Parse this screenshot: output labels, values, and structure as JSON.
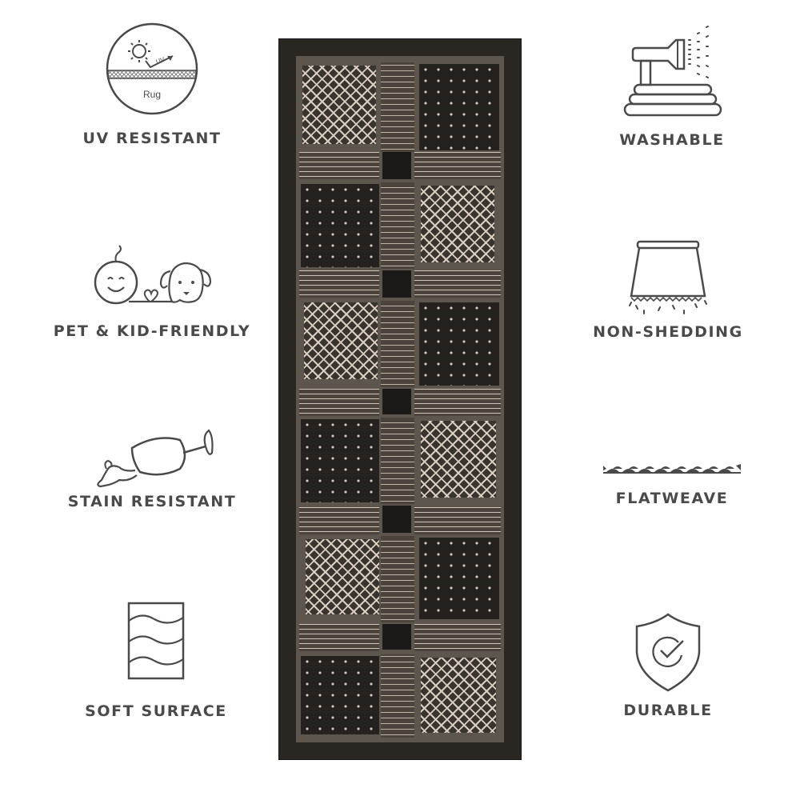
{
  "features_left": [
    {
      "id": "uv",
      "label": "UV RESISTANT",
      "icon": "uv-rug-circle-icon",
      "icon_text_rug": "Rug",
      "icon_text_uv": "UV"
    },
    {
      "id": "pet",
      "label": "PET & KID-FRIENDLY",
      "icon": "baby-dog-heart-icon"
    },
    {
      "id": "stain",
      "label": "STAIN RESISTANT",
      "icon": "spilled-wine-glass-icon"
    },
    {
      "id": "soft",
      "label": "SOFT SURFACE",
      "icon": "wavy-layers-icon"
    }
  ],
  "features_right": [
    {
      "id": "wash",
      "label": "WASHABLE",
      "icon": "hose-nozzle-spray-icon"
    },
    {
      "id": "shed",
      "label": "NON-SHEDDING",
      "icon": "rug-fringe-icon"
    },
    {
      "id": "flat",
      "label": "FLATWEAVE",
      "icon": "flatweave-scallop-icon"
    },
    {
      "id": "durable",
      "label": "DURABLE",
      "icon": "shield-check-icon"
    }
  ],
  "colors": {
    "icon_stroke": "#4a4a4a",
    "label_text": "#4a4a4a",
    "rug_border": "#2a2723",
    "rug_field": "#5c564e",
    "rug_cream": "#d8cfc2"
  },
  "product": {
    "type": "runner rug",
    "pattern": "checkered panels with lattice and W-motif blocks, black border"
  }
}
